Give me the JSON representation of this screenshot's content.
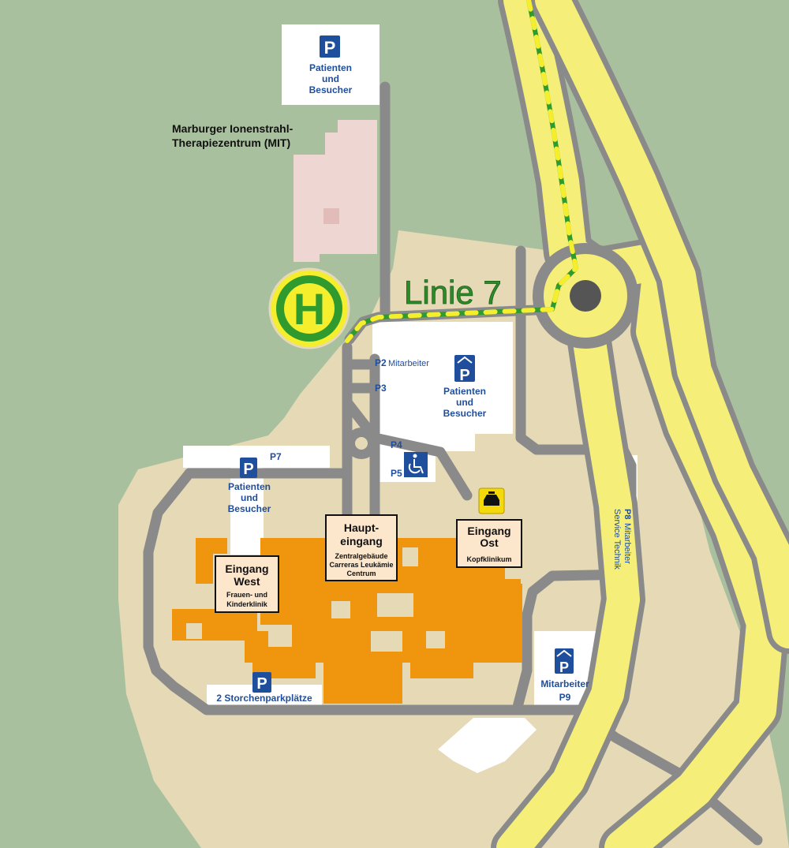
{
  "colors": {
    "background": "#a9c09f",
    "campus_ground": "#e5d9b6",
    "road": "#8a8a8a",
    "highway_fill": "#f5ee78",
    "building": "#f0960e",
    "mit_building": "#eed6d2",
    "parking_blue": "#1f4e9c",
    "bus_green": "#2f9a2d",
    "bus_yellow": "#f5ee2c",
    "line_label": "#2e8b2a"
  },
  "icons": {
    "parking": "parking-sign-icon",
    "parking_garage": "parking-garage-icon",
    "bus_stop": "bus-stop-H-icon",
    "wheelchair": "wheelchair-icon",
    "taxi": "taxi-icon",
    "roundabout": "roundabout-icon"
  },
  "mit": {
    "title_line1": "Marburger Ionenstrahl-",
    "title_line2": "Therapiezentrum (MIT)"
  },
  "bus": {
    "stop_letter": "H",
    "line_label": "Linie 7"
  },
  "parking_north": {
    "symbol": "P",
    "line1": "Patienten",
    "line2": "und",
    "line3": "Besucher"
  },
  "parking_center": {
    "symbol": "P",
    "p2_code": "P2",
    "p2_label": "Mitarbeiter",
    "p3_code": "P3",
    "line1": "Patienten",
    "line2": "und",
    "line3": "Besucher",
    "p4_code": "P4",
    "p5_code": "P5"
  },
  "parking_west": {
    "code": "P7",
    "symbol": "P",
    "line1": "Patienten",
    "line2": "und",
    "line3": "Besucher"
  },
  "parking_east": {
    "code": "P8",
    "label1": "Mitarbeiter",
    "label2": "Service Technik"
  },
  "parking_south": {
    "symbol": "P",
    "label": "2 Storchenparkplätze"
  },
  "parking_staff": {
    "symbol": "P",
    "label": "Mitarbeiter",
    "code": "P9"
  },
  "entrances": {
    "west": {
      "line1": "Eingang",
      "line2": "West",
      "sub1": "Frauen- und",
      "sub2": "Kinderklinik"
    },
    "main": {
      "line1": "Haupt-",
      "line2": "eingang",
      "sub1": "Zentralgebäude",
      "sub2": "Carreras Leukämie",
      "sub3": "Centrum"
    },
    "east": {
      "line1": "Eingang",
      "line2": "Ost",
      "sub1": "Kopfklinikum"
    }
  }
}
